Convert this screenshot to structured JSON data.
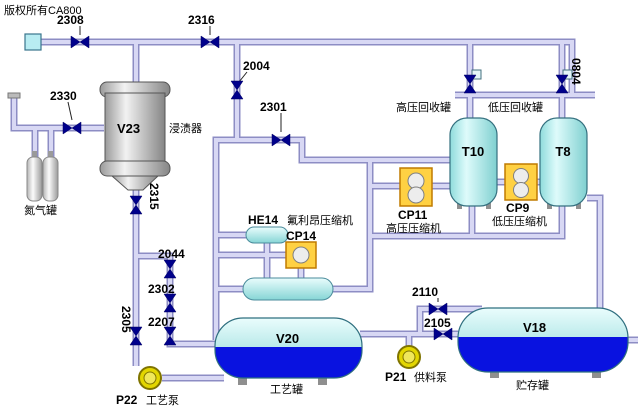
{
  "copyright": "版权所有CA800",
  "valves": {
    "v2308": "2308",
    "v2316": "2316",
    "v2330": "2330",
    "v2004": "2004",
    "v2301": "2301",
    "v0804": "0804",
    "v2315": "2315",
    "v2044": "2044",
    "v2302": "2302",
    "v2207": "2207",
    "v2305": "2305",
    "v2110": "2110",
    "v2105": "2105"
  },
  "equipment": {
    "v23": {
      "id": "V23",
      "name": "浸渍器"
    },
    "t10": {
      "id": "T10",
      "name": "高压回收罐"
    },
    "t8": {
      "id": "T8",
      "name": "低压回收罐"
    },
    "cp11": {
      "id": "CP11",
      "name": "高压压缩机"
    },
    "cp9": {
      "id": "CP9",
      "name": "低压压缩机"
    },
    "he14": {
      "id": "HE14"
    },
    "cp14": {
      "id": "CP14",
      "name": "氟利昂压缩机"
    },
    "v20": {
      "id": "V20",
      "name": "工艺罐"
    },
    "v18": {
      "id": "V18",
      "name": "贮存罐"
    },
    "p22": {
      "id": "P22",
      "name": "工艺泵"
    },
    "p21": {
      "id": "P21",
      "name": "供料泵"
    },
    "nitrogen": {
      "name": "氮气罐"
    }
  },
  "colors": {
    "pipe": "#d8d8f4",
    "pipe_edge": "#8d8dc4",
    "valve": "#00008b",
    "tank_cyan": "#aaeaea",
    "liquid_blue": "#0912e0",
    "machine_yellow": "#ffd143",
    "pump_yellow": "#e3d600"
  }
}
